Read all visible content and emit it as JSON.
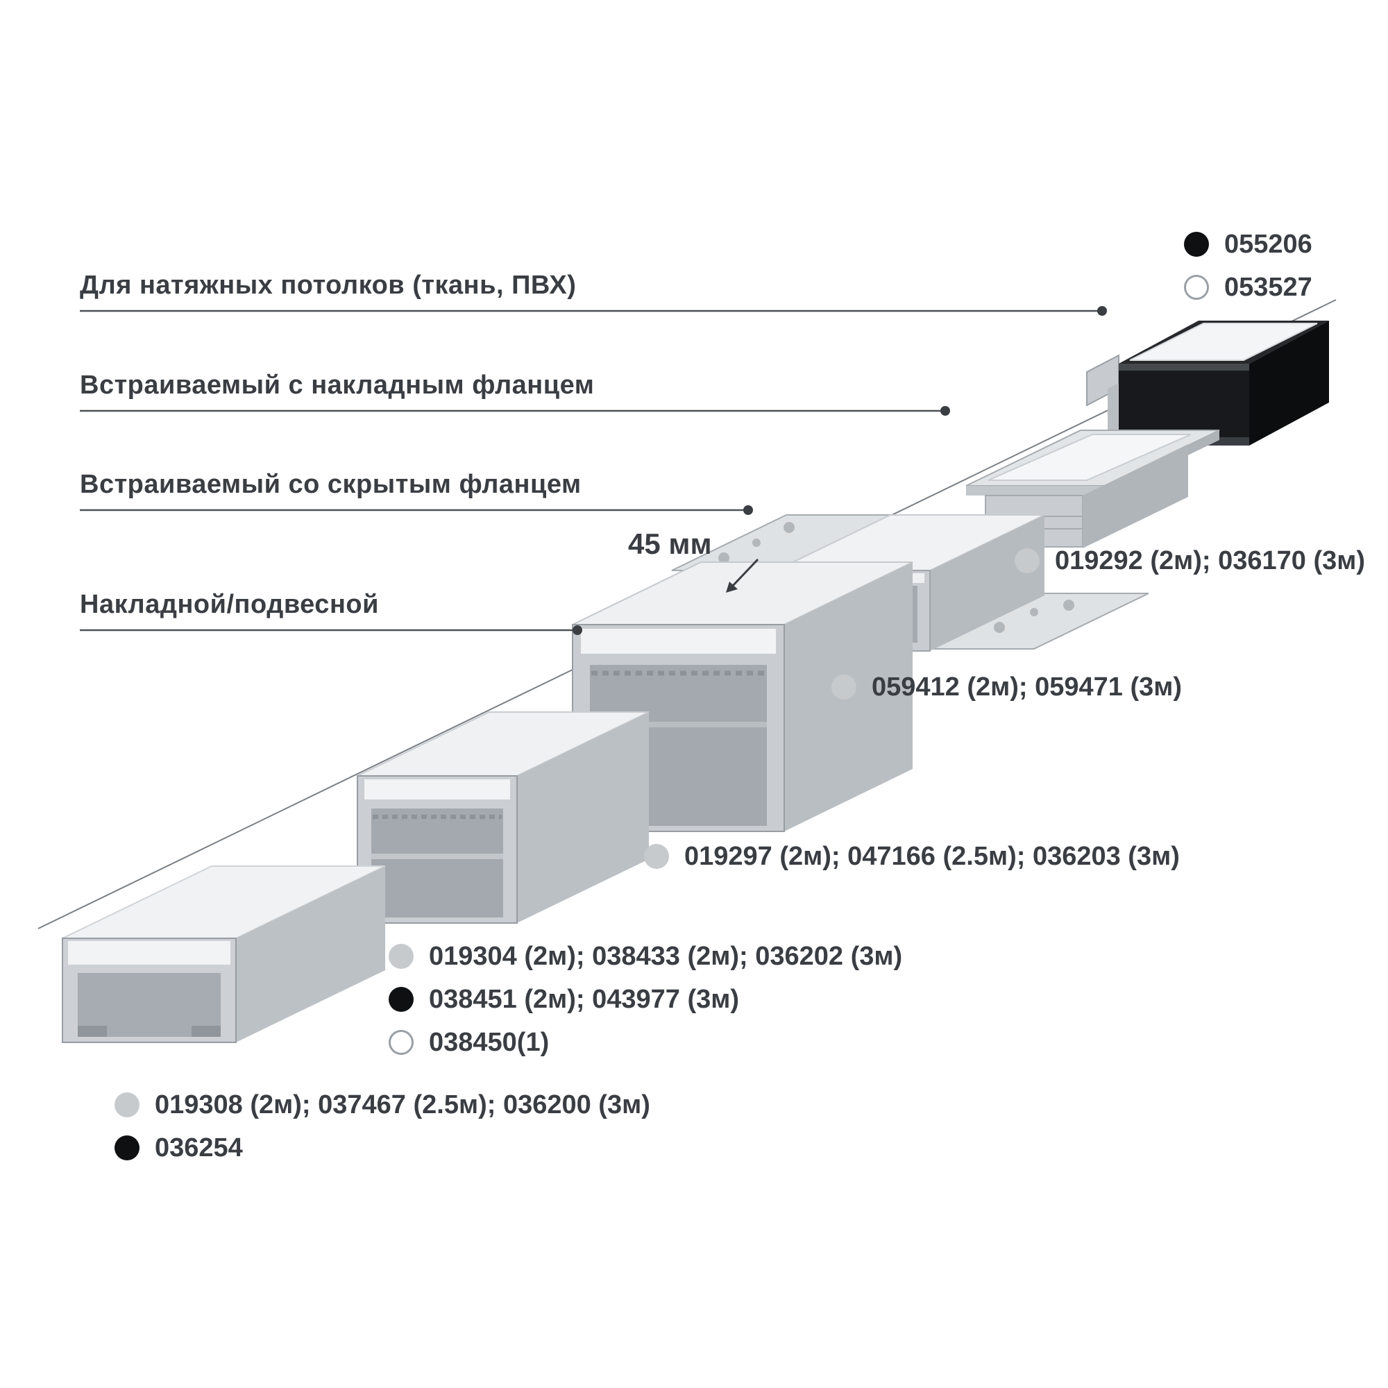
{
  "categories": [
    {
      "label": "Для натяжных потолков (ткань, ПВХ)"
    },
    {
      "label": "Встраиваемый с накладным фланцем"
    },
    {
      "label": "Встраиваемый со скрытым фланцем"
    },
    {
      "label": "Накладной/подвесной"
    }
  ],
  "dimension": {
    "label": "45 мм"
  },
  "legend": [
    {
      "dot": "black",
      "text": "055206"
    },
    {
      "dot": "white",
      "text": "053527"
    },
    {
      "dot": "gray",
      "text": "019292 (2м); 036170 (3м)"
    },
    {
      "dot": "gray",
      "text": "059412 (2м); 059471 (3м)"
    },
    {
      "dot": "gray",
      "text": "019297 (2м); 047166 (2.5м); 036203 (3м)"
    },
    {
      "dot": "gray",
      "text": "019304 (2м); 038433 (2м); 036202 (3м)"
    },
    {
      "dot": "black",
      "text": "038451 (2м); 043977 (3м)"
    },
    {
      "dot": "white",
      "text": "038450(1)"
    },
    {
      "dot": "gray",
      "text": "019308 (2м); 037467 (2.5м); 036200 (3м)"
    },
    {
      "dot": "black",
      "text": "036254"
    }
  ],
  "colors": {
    "text": "#3a3e43",
    "leader_line": "#4c5156",
    "guide_line": "#7a7f84",
    "dot_gray": "#c6cacd",
    "dot_black": "#0e1012",
    "dot_white": "#ffffff",
    "profile_diffuser": "#f0f2f4",
    "profile_front": "#c9cdd2",
    "profile_side": "#b9bec3",
    "profile_cavity": "#a3a9ae",
    "profile_black": "#17191c"
  }
}
